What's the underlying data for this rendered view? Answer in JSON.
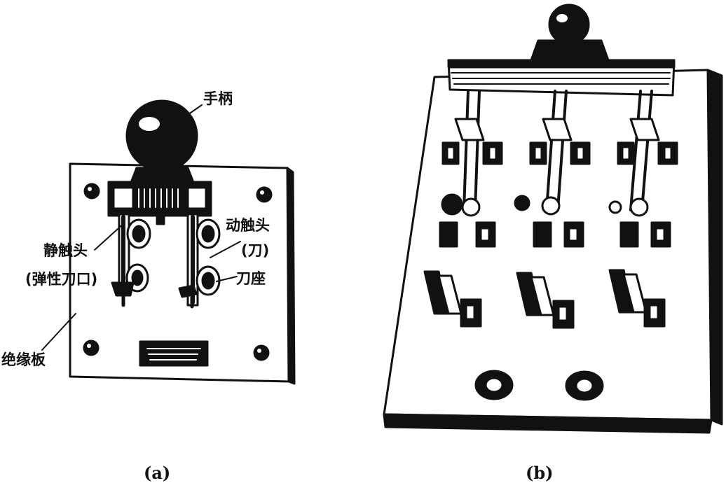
{
  "figure_a": {
    "labels": {
      "handle": "手柄",
      "static_contact": "静触头",
      "static_contact_note": "(弹性刀口)",
      "moving_contact": "动触头",
      "moving_contact_note": "(刀)",
      "blade_seat": "刀座",
      "insulating_board": "绝缘板"
    },
    "caption": "(a)"
  },
  "figure_b": {
    "caption": "(b)"
  }
}
